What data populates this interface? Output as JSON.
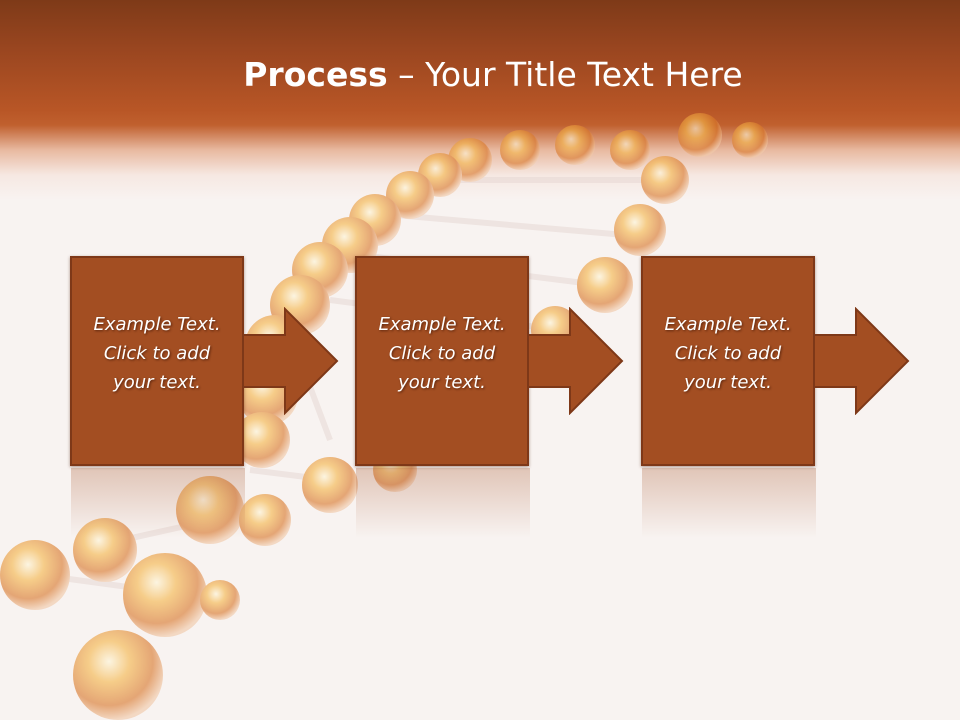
{
  "slide": {
    "title_bold": "Process",
    "title_rest": " – Your Title Text Here",
    "steps": [
      {
        "line1": "Example Text.",
        "line2": "Click  to add",
        "line3": "your text."
      },
      {
        "line1": "Example Text.",
        "line2": "Click  to add",
        "line3": "your text."
      },
      {
        "line1": "Example Text.",
        "line2": "Click  to add",
        "line3": "your text."
      }
    ]
  },
  "colors": {
    "header": "#b85626",
    "box": "#a34e22",
    "box_border": "#7e3818",
    "background": "#f8f3f1"
  }
}
